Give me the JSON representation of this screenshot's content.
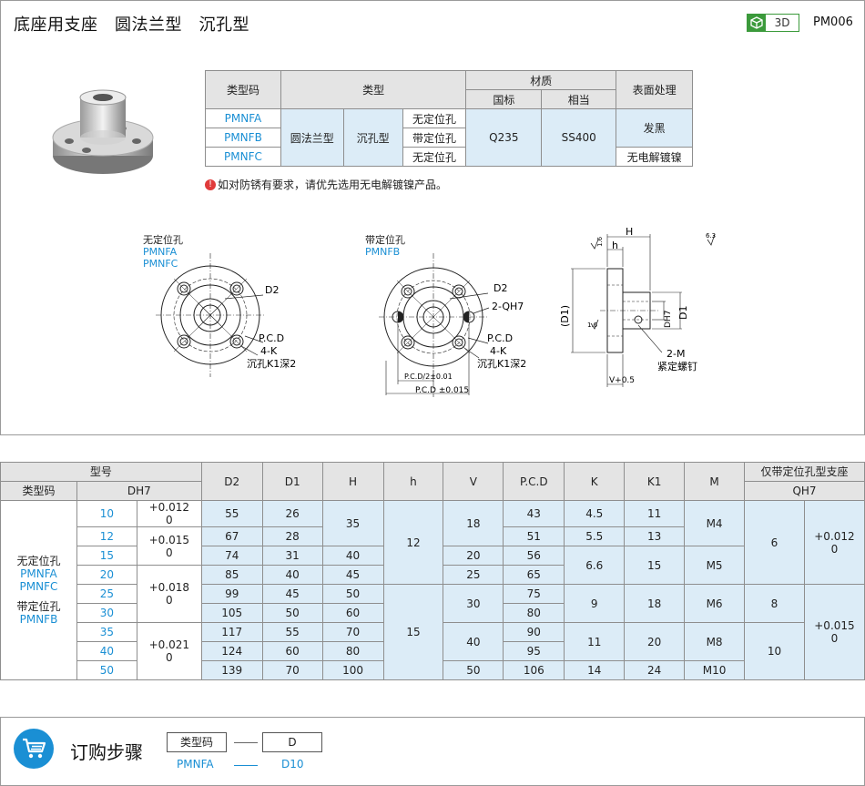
{
  "header": {
    "title": "底座用支座　圆法兰型　沉孔型",
    "badge_3d": "3D",
    "code": "PM006"
  },
  "material_table": {
    "h_type_code": "类型码",
    "h_type": "类型",
    "h_material": "材质",
    "h_national": "国标",
    "h_equivalent": "相当",
    "h_surface": "表面处理",
    "rows": [
      {
        "code": "PMNFA",
        "pos": "无定位孔"
      },
      {
        "code": "PMNFB",
        "pos": "带定位孔"
      },
      {
        "code": "PMNFC",
        "pos": "无定位孔"
      }
    ],
    "type_a": "圆法兰型",
    "type_b": "沉孔型",
    "national": "Q235",
    "equivalent": "SS400",
    "surface_1": "发黑",
    "surface_2": "无电解镀镍"
  },
  "note": "如对防锈有要求，请优先选用无电解镀镍产品。",
  "drawings": {
    "left_label": "无定位孔",
    "left_codes": [
      "PMNFA",
      "PMNFC"
    ],
    "mid_label": "带定位孔",
    "mid_codes": [
      "PMNFB"
    ],
    "d2": "D2",
    "pcd": "P.C.D",
    "k4": "4-K",
    "counterbore": "沉孔K1深2",
    "q2": "2-QH7",
    "pcd_half": "P.C.D/2±0.01",
    "pcd_tol": "P.C.D ±0.015",
    "H": "H",
    "h": "h",
    "D1p": "(D1)",
    "dh7": "DH7",
    "D1": "D1",
    "m2": "2-M",
    "screw": "紧定螺钉",
    "v": "V+0.5",
    "r63": "6.3",
    "r16a": "1.6",
    "r16b": "1.6"
  },
  "spec_table": {
    "h_model": "型号",
    "h_typecode": "类型码",
    "h_dh7": "DH7",
    "cols": [
      "D2",
      "D1",
      "H",
      "h",
      "V",
      "P.C.D",
      "K",
      "K1",
      "M"
    ],
    "h_only": "仅带定位孔型支座",
    "h_qh7": "QH7",
    "type_lines": [
      "无定位孔",
      "PMNFA",
      "PMNFC",
      "带定位孔",
      "PMNFB"
    ],
    "d_values": [
      "10",
      "12",
      "15",
      "20",
      "25",
      "30",
      "35",
      "40",
      "50"
    ],
    "tol_1": "+0.012\n0",
    "tol_2": "+0.015\n0",
    "tol_3": "+0.018\n0",
    "tol_4": "+0.021\n0",
    "D2": [
      "55",
      "67",
      "74",
      "85",
      "99",
      "105",
      "117",
      "124",
      "139"
    ],
    "D1": [
      "26",
      "28",
      "31",
      "40",
      "45",
      "50",
      "55",
      "60",
      "70"
    ],
    "H": [
      "35",
      "40",
      "45",
      "50",
      "60",
      "70",
      "80",
      "100"
    ],
    "hh": [
      "12",
      "15"
    ],
    "V": [
      "18",
      "20",
      "25",
      "30",
      "40",
      "50"
    ],
    "PCD": [
      "43",
      "51",
      "56",
      "65",
      "75",
      "80",
      "90",
      "95",
      "106"
    ],
    "K": [
      "4.5",
      "5.5",
      "6.6",
      "9",
      "11",
      "14"
    ],
    "K1": [
      "11",
      "13",
      "15",
      "18",
      "20",
      "24"
    ],
    "M": [
      "M4",
      "M5",
      "M6",
      "M8",
      "M10"
    ],
    "Q": [
      "6",
      "8",
      "10"
    ],
    "Qtol_1": "+0.012\n0",
    "Qtol_2": "+0.015\n0"
  },
  "order": {
    "title": "订购步骤",
    "box1": "类型码",
    "box2": "D",
    "ex1": "PMNFA",
    "ex2": "D10"
  }
}
